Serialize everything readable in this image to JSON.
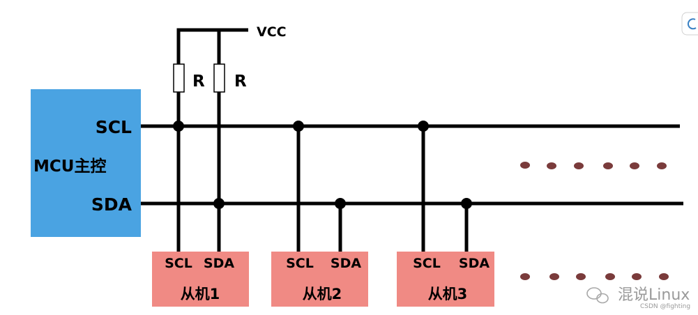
{
  "mcu": {
    "label": "MCU主控",
    "scl_label": "SCL",
    "sda_label": "SDA",
    "color": "#4aa3e2"
  },
  "vcc_label": "VCC",
  "resistors": [
    {
      "label": "R"
    },
    {
      "label": "R"
    }
  ],
  "slaves": [
    {
      "name": "从机1",
      "scl": "SCL",
      "sda": "SDA"
    },
    {
      "name": "从机2",
      "scl": "SCL",
      "sda": "SDA"
    },
    {
      "name": "从机3",
      "scl": "SCL",
      "sda": "SDA"
    }
  ],
  "slave_color": "#f08a84",
  "ellipsis_color": "#7a3b3b",
  "watermark": {
    "brand": "混说Linux",
    "sub": "CSDN @fighting"
  }
}
